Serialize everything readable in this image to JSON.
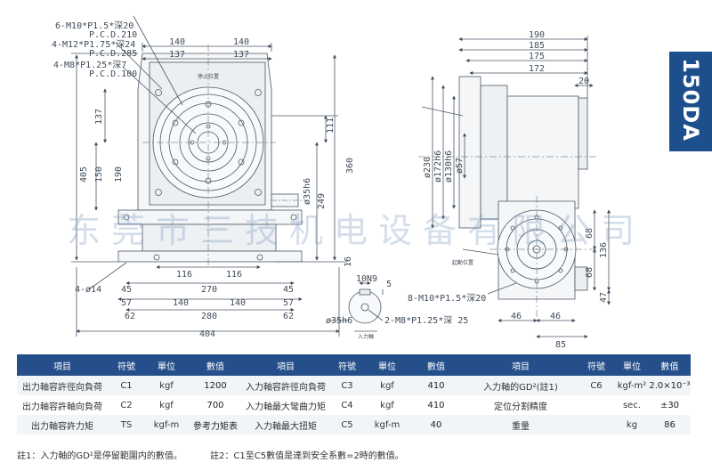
{
  "model": "150DA",
  "watermark": "东莞市三技机电设备有限公司",
  "drawing": {
    "front": {
      "hole_notes": [
        "6-M10*P1.5*深20",
        "P.C.D.210",
        "4-M12*P1.75*深24",
        "P.C.D.285",
        "4-M8*P1.25*深7",
        "P.C.D.100"
      ],
      "stop_position": "停止位置",
      "top_dims": [
        "140",
        "140",
        "137",
        "137"
      ],
      "left_dims": [
        "405",
        "137",
        "150",
        "190"
      ],
      "right_dims": [
        "111",
        "360",
        "249",
        "ø35h6",
        "16"
      ],
      "mid_dims": [
        "116",
        "116",
        "270"
      ],
      "bottom_dims": [
        "45",
        "140",
        "140",
        "45",
        "57",
        "280",
        "62",
        "62",
        "57",
        "404"
      ],
      "foot_hole": "4-ø14"
    },
    "shaft_detail": {
      "dims": [
        "10N9",
        "5",
        "ø35h6"
      ],
      "thread": "2-M8*P1.25*深 25",
      "caption": "入力軸"
    },
    "side": {
      "top_dims": [
        "190",
        "185",
        "175",
        "172",
        "20"
      ],
      "diameters": [
        "ø230",
        "ø172h6",
        "ø130h6",
        "ø57"
      ],
      "start_position": "起動位置",
      "thread": "8-M10*P1.5*深20",
      "right_dims": [
        "68",
        "136",
        "68",
        "47"
      ],
      "bottom_dims": [
        "46",
        "46",
        "85"
      ]
    }
  },
  "table": {
    "headers": [
      "項目",
      "符號",
      "單位",
      "數值",
      "項目",
      "符號",
      "單位",
      "數值",
      "項目",
      "符號",
      "單位",
      "數值"
    ],
    "rows": [
      [
        "出力軸容許徑向負荷",
        "C1",
        "kgf",
        "1200",
        "入力軸容許徑向負荷",
        "C3",
        "kgf",
        "410",
        "入力軸的GD²(註1)",
        "C6",
        "kgf-m²",
        "2.0×10⁻³"
      ],
      [
        "出力軸容許軸向負荷",
        "C2",
        "kgf",
        "700",
        "入力軸最大彎曲力矩",
        "C4",
        "kgf",
        "410",
        "定位分割精度",
        "",
        "sec.",
        "±30"
      ],
      [
        "出力軸容許力矩",
        "TS",
        "kgf-m",
        "參考力矩表",
        "入力軸最大扭矩",
        "C5",
        "kgf-m",
        "40",
        "重量",
        "",
        "kg",
        "86"
      ]
    ]
  },
  "notes": [
    "註1：入力軸的GD²是停留範圍内的數值。",
    "註2：C1至C5數值是達到安全系數=2時的數值。"
  ]
}
